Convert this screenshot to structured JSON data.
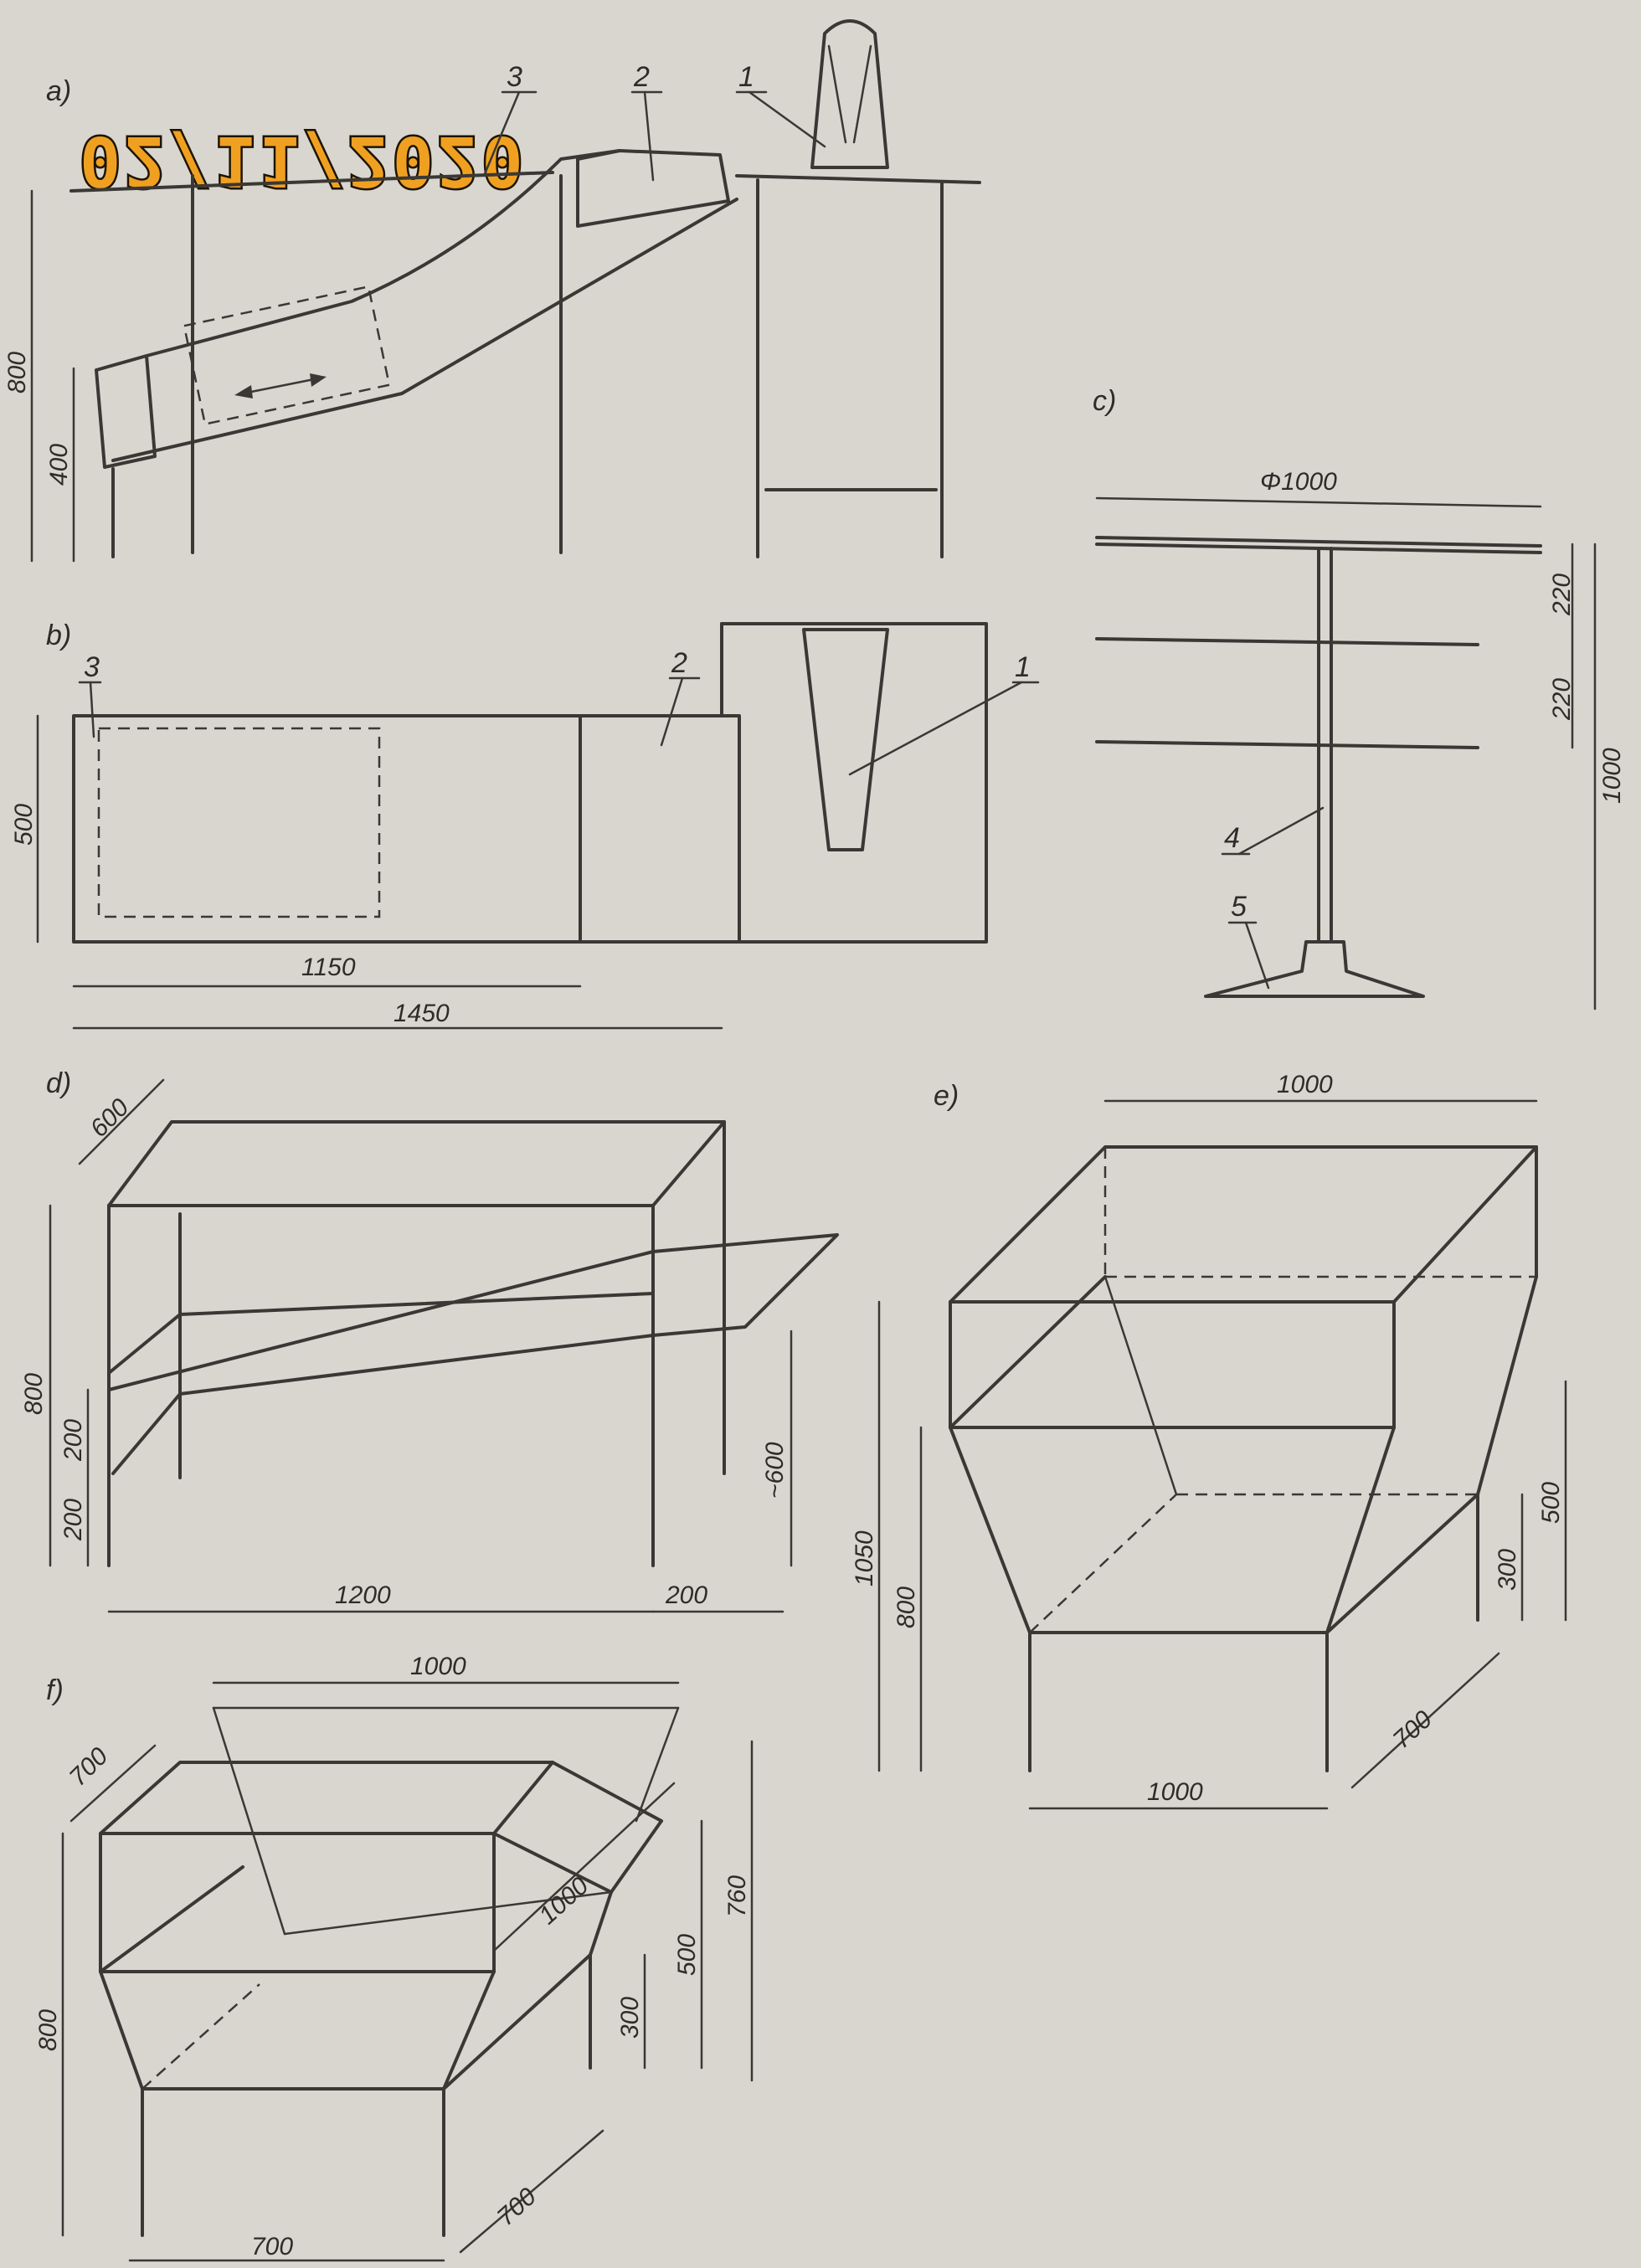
{
  "stamp": {
    "date": "02/11/2020",
    "color": "#f0a020"
  },
  "panels": {
    "a": {
      "label": "a)",
      "callouts": [
        "1",
        "2",
        "3"
      ],
      "dims": [
        "800",
        "400"
      ]
    },
    "b": {
      "label": "b)",
      "callouts": [
        "1",
        "2",
        "3"
      ],
      "dims": [
        "500",
        "1150",
        "1450"
      ]
    },
    "c": {
      "label": "c)",
      "callouts": [
        "4",
        "5"
      ],
      "dims": [
        "Φ1000",
        "220",
        "220",
        "1000"
      ]
    },
    "d": {
      "label": "d)",
      "dims": [
        "600",
        "800",
        "200",
        "200",
        "~600",
        "1200",
        "200"
      ]
    },
    "e": {
      "label": "e)",
      "dims": [
        "1000",
        "1050",
        "800",
        "500",
        "300",
        "700",
        "1000"
      ]
    },
    "f": {
      "label": "f)",
      "dims": [
        "1000",
        "700",
        "760",
        "1000",
        "500",
        "300",
        "800",
        "700",
        "700"
      ]
    }
  }
}
